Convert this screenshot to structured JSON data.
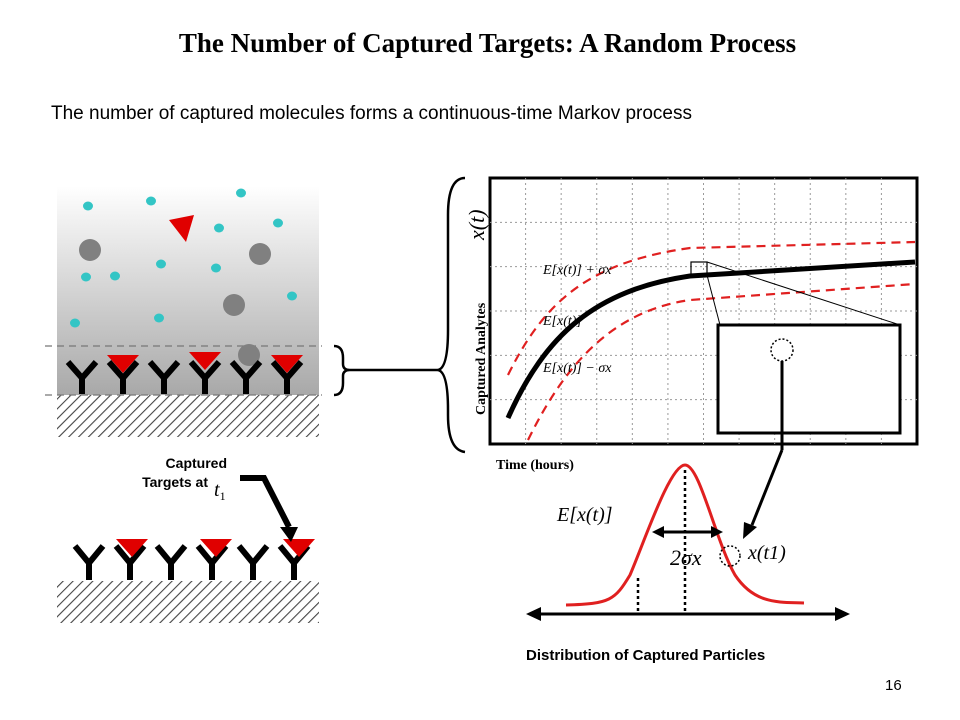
{
  "slide": {
    "title": "The Number of Captured Targets: A Random Process",
    "subtitle": "The number of captured molecules forms a continuous-time Markov process",
    "page_number": "16"
  },
  "left_panel": {
    "captured_line1": "Captured",
    "captured_line2": "Targets at"
  },
  "plot": {
    "y_axis_label": "Captured Analytes",
    "y_axis_symbol": "x(t)",
    "x_axis_label": "Time (hours)",
    "curve_labels": {
      "upper": "E[x(t)] + σx",
      "mean": "E[x(t)]",
      "lower": "E[x(t)] − σx"
    }
  },
  "distribution": {
    "label": "Distribution of Captured Particles",
    "mean_label": "E[x(t)]",
    "spread_label": "2σx",
    "sample_label": "x(t1)"
  },
  "colors": {
    "mean_curve": "#000000",
    "sigma_curves": "#e02020",
    "distribution_curve": "#e02020",
    "target_marker": "#e00000",
    "small_particle": "#33c5c5",
    "large_particle": "#808080"
  }
}
